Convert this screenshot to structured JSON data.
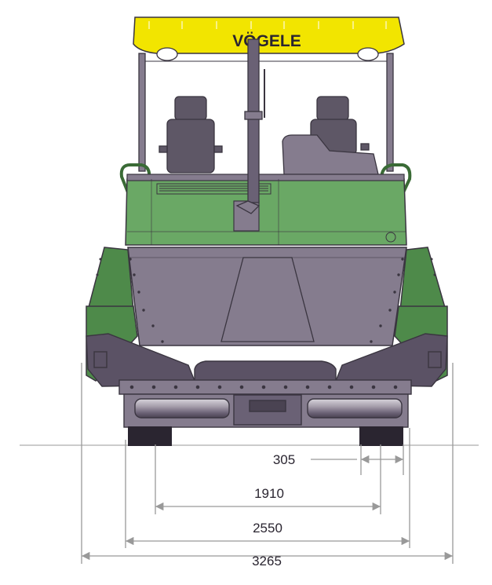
{
  "brand": {
    "name": "VÖGELE",
    "roof_color": "#f2e500",
    "body_color": "#6aa865",
    "body_dark_color": "#4e8a4a",
    "hopper_color": "#857c8e",
    "hopper_dark_color": "#5b5265",
    "seat_color": "#5e5766",
    "outline_color": "#3a3540"
  },
  "dimensions": {
    "unit_color": "#999999",
    "items": [
      {
        "value": "305"
      },
      {
        "value": "1910"
      },
      {
        "value": "2550"
      },
      {
        "value": "3265"
      }
    ]
  }
}
